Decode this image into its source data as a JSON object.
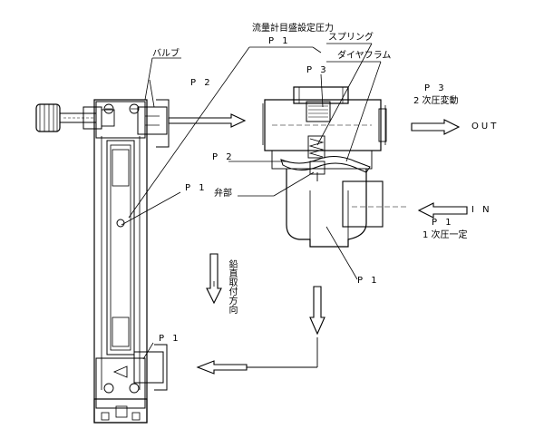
{
  "labels": {
    "valve": "バルブ",
    "flow_meter_pressure": "流量計目盛設定圧力",
    "flow_meter_p1": "P 1",
    "p2_top": "P 2",
    "p1_mid": "P 1",
    "p1_bottom": "P 1",
    "spring": "スプリング",
    "p3_top": "P 3",
    "diaphragm": "ダイヤフラム",
    "p3_right": "P 3",
    "secondary": "2 次圧変動",
    "out": "OUT",
    "p2_reg": "P 2",
    "valve_part": "弁部",
    "in": "I N",
    "p1_right": "P 1",
    "primary": "1 次圧一定",
    "p1_reg_bottom": "P 1",
    "vertical_mount": "鉛直取付方向"
  }
}
